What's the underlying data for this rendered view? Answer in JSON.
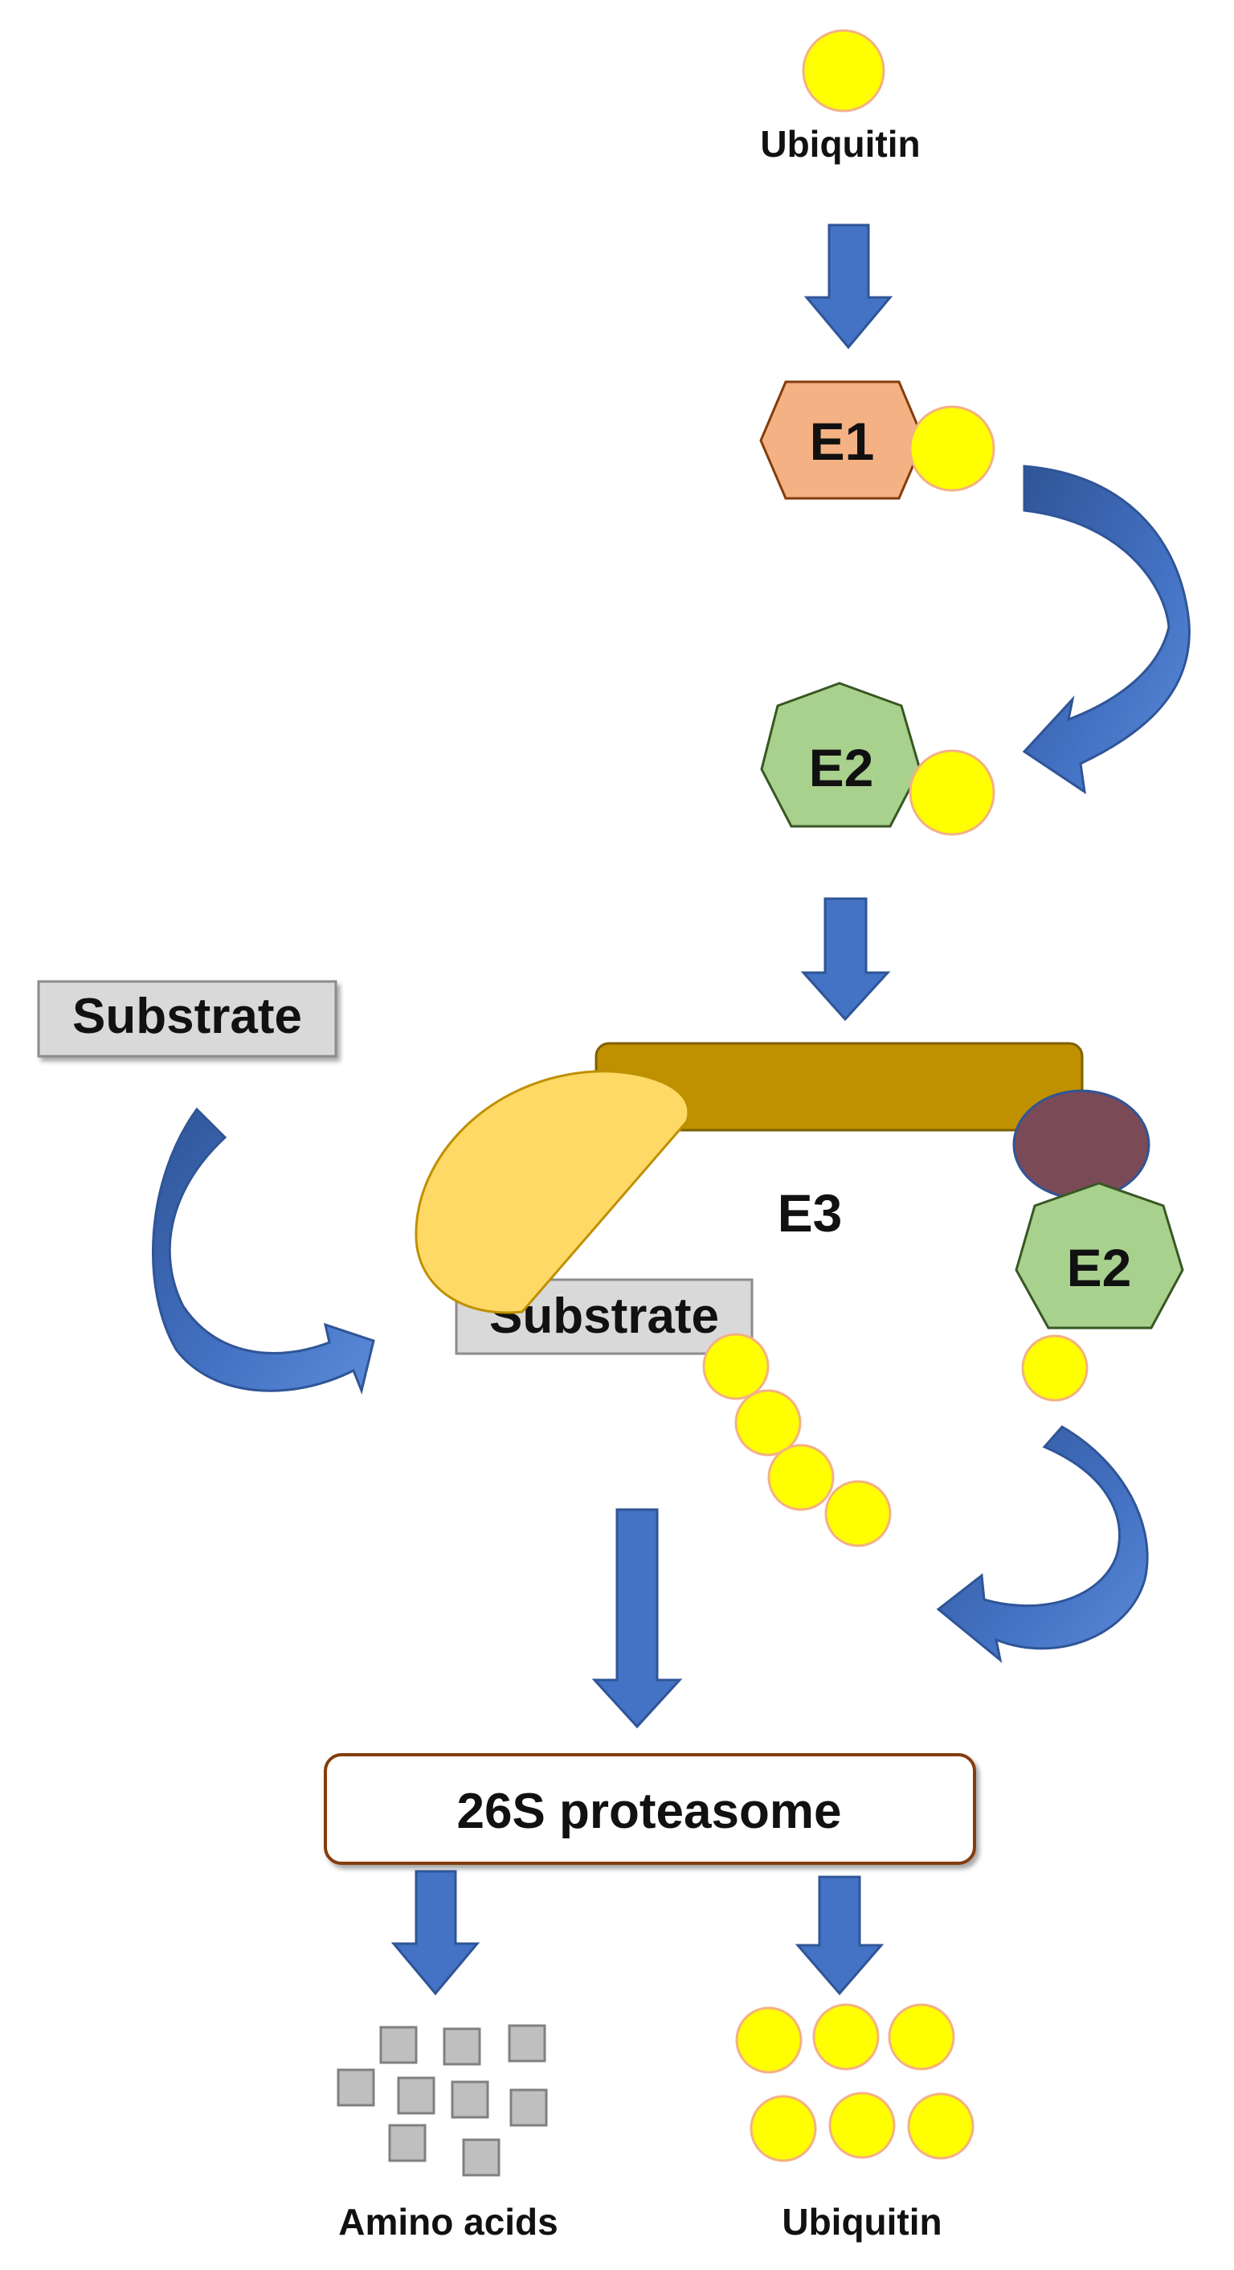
{
  "labels": {
    "ubiquitin_top": "Ubiquitin",
    "e1": "E1",
    "e2_upper": "E2",
    "e2_lower": "E2",
    "substrate_free": "Substrate",
    "substrate_bound": "Substrate",
    "e3": "E3",
    "proteasome": "26S proteasome",
    "amino_acids": "Amino acids",
    "ubiquitin_bottom": "Ubiquitin"
  },
  "colors": {
    "arrow_blue": "#4472C4",
    "arrow_outline": "#2F5597",
    "ubiquitin_yellow": "#FFFF00",
    "ubiquitin_outline": "#F4B183",
    "e1_orange": "#F4B183",
    "e2_green": "#A9D18E",
    "e3_bar": "#BF9000",
    "e3_cap": "#FFD966",
    "e3_knob": "#7B4A57",
    "substrate_gray": "#D9D9D9",
    "proteasome_border": "#843C0C",
    "amino_gray": "#BFBFBF"
  }
}
